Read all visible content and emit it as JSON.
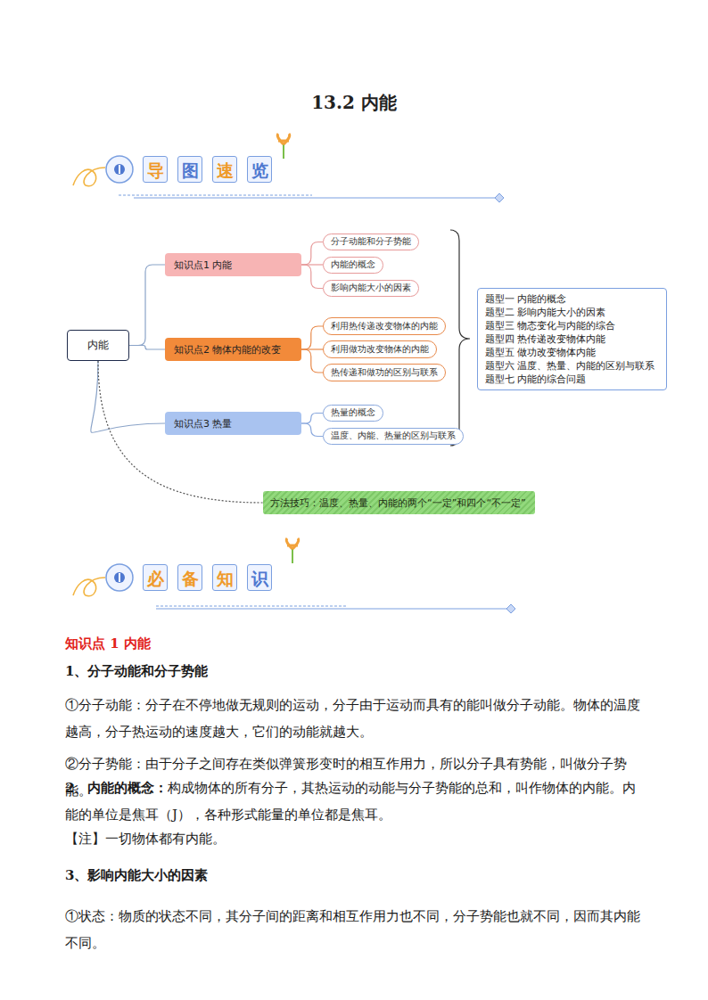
{
  "diagram": {
    "title": "13.2 内能",
    "nodes": [
      {
        "text": [
          "内能"
        ]
      },
      {
        "text": [
          "知识点1 内能"
        ]
      },
      {
        "text": [
          "分子动能和分子势能"
        ]
      },
      {
        "text": [
          "内能的概念"
        ]
      },
      {
        "text": [
          "影响内能大小的因素"
        ]
      },
      {
        "text": [
          "知识点2 物体内能的改变"
        ]
      },
      {
        "text": [
          "利用热传递改变物体的内能"
        ]
      },
      {
        "text": [
          "利用做功改变物体的内能"
        ]
      },
      {
        "text": [
          "热传递和做功的区别与联系"
        ]
      },
      {
        "text": [
          "知识点3 热量"
        ]
      },
      {
        "text": [
          "热量的概念"
        ]
      },
      {
        "text": [
          "温度、内能、热量的区别与联系"
        ]
      },
      {
        "text": [
          "题型一 内能的概念",
          "题型二 影响内能大小的因素",
          "题型三 物态变化与内能的综合",
          "题型四 热传递改变物体内能",
          "题型五 做功改变物体内能",
          "题型六 温度、热量、内能的区别与联系",
          "题型七 内能的综合问题"
        ]
      },
      {
        "text": [
          "方法技巧：温度、热量、内能的两个“一定”和四个“不一定”"
        ]
      }
    ],
    "edges": [
      {
        "from": 0,
        "to": 1,
        "arrow": "none"
      },
      {
        "from": 0,
        "to": 5,
        "arrow": "none"
      },
      {
        "from": 0,
        "to": 9,
        "arrow": "none"
      },
      {
        "from": 1,
        "to": 2,
        "arrow": "none"
      },
      {
        "from": 1,
        "to": 3,
        "arrow": "none"
      },
      {
        "from": 1,
        "to": 4,
        "arrow": "none"
      },
      {
        "from": 5,
        "to": 6,
        "arrow": "none"
      },
      {
        "from": 5,
        "to": 7,
        "arrow": "none"
      },
      {
        "from": 5,
        "to": 8,
        "arrow": "none"
      },
      {
        "from": 9,
        "to": 10,
        "arrow": "none"
      },
      {
        "from": 9,
        "to": 11,
        "arrow": "none"
      },
      {
        "from": 0,
        "to": 13,
        "arrow": "none"
      }
    ],
    "labels": [
      "导",
      "图",
      "速",
      "览",
      "必",
      "备",
      "知",
      "识",
      "知识点 1 内能",
      "1、分子动能和分子势能",
      "①分子动能：分子在不停地做无规则的运动，分子由于运动而具有的能叫做分子动能。物体的温度越高，分子热运动的速度越大，它们的动能就越大。",
      "②分子势能：由于分子之间存在类似弹簧形变时的相互作用力，所以分子具有势能，叫做分子势能。",
      "2、内能的概念：",
      "构成物体的所有分子，其热运动的动能与分子势能的总和，叫作物体的内能。内能的单位是焦耳（J），各种形式能量的单位都是焦耳。",
      "【注】一切物体都有内能。",
      "3、影响内能大小的因素",
      "①状态：物质的状态不同，其分子间的距离和相互作用力也不同，分子势能也就不同，因而其内能不同。"
    ]
  }
}
